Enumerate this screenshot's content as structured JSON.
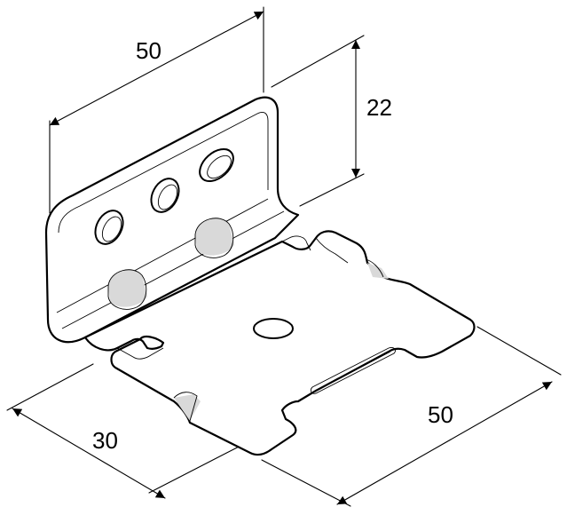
{
  "dimensions": {
    "width_top": "50",
    "height_side": "22",
    "depth_left": "30",
    "width_bottom": "50"
  }
}
